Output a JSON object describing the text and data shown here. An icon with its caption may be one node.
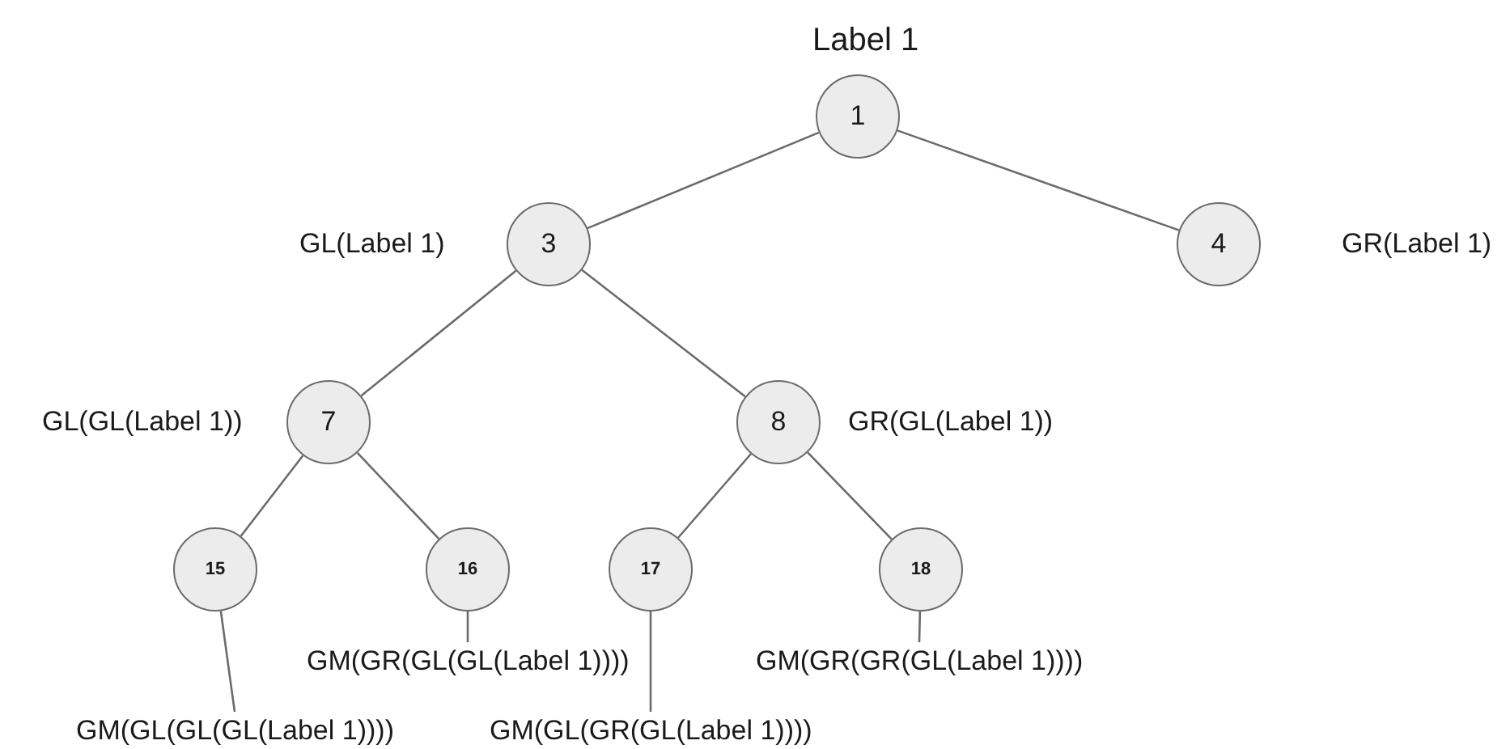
{
  "diagram": {
    "nodes": [
      {
        "text": [
          "1"
        ],
        "beside": [
          "Label 1"
        ]
      },
      {
        "text": [
          "3"
        ],
        "beside": [
          "GL(Label 1)"
        ]
      },
      {
        "text": [
          "4"
        ],
        "beside": [
          "GR(Label 1)"
        ]
      },
      {
        "text": [
          "7"
        ],
        "beside": [
          "GL(GL(Label 1))"
        ]
      },
      {
        "text": [
          "8"
        ],
        "beside": [
          "GR(GL(Label 1))"
        ]
      },
      {
        "text": [
          "15"
        ]
      },
      {
        "text": [
          "16"
        ]
      },
      {
        "text": [
          "17"
        ]
      },
      {
        "text": [
          "18"
        ]
      },
      {
        "text": [
          "GM(GL(GL(GL(Label 1))))"
        ]
      },
      {
        "text": [
          "GM(GR(GL(GL(Label 1))))"
        ]
      },
      {
        "text": [
          "GM(GL(GR(GL(Label 1))))"
        ]
      },
      {
        "text": [
          "GM(GR(GR(GL(Label 1))))"
        ]
      }
    ],
    "edges": [
      {
        "from": 0,
        "to": 1,
        "arrow": "none"
      },
      {
        "from": 0,
        "to": 2,
        "arrow": "none"
      },
      {
        "from": 1,
        "to": 3,
        "arrow": "none"
      },
      {
        "from": 1,
        "to": 4,
        "arrow": "none"
      },
      {
        "from": 3,
        "to": 5,
        "arrow": "none"
      },
      {
        "from": 3,
        "to": 6,
        "arrow": "none"
      },
      {
        "from": 4,
        "to": 7,
        "arrow": "none"
      },
      {
        "from": 4,
        "to": 8,
        "arrow": "none"
      },
      {
        "from": 9,
        "to": 5,
        "arrow": "none"
      },
      {
        "from": 10,
        "to": 6,
        "arrow": "none"
      },
      {
        "from": 11,
        "to": 7,
        "arrow": "none"
      },
      {
        "from": 12,
        "to": 8,
        "arrow": "none"
      }
    ]
  }
}
